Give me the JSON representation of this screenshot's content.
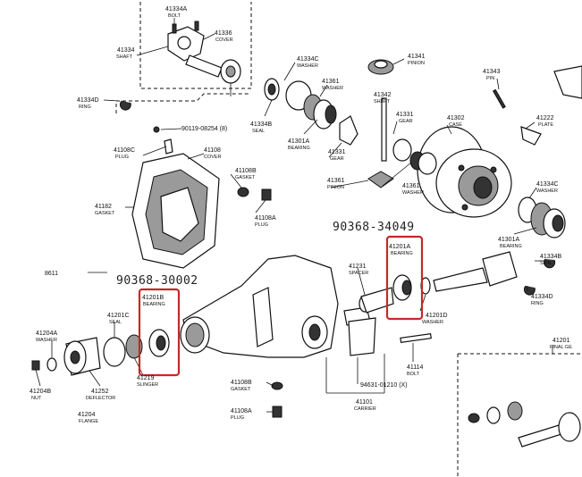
{
  "callouts": {
    "bearing_left": "90368-30002",
    "bearing_right": "90368-34049"
  },
  "labels": {
    "p41334A": "41334A",
    "p41334A_s": "BOLT",
    "p41336": "41336",
    "p41336_s": "COVER",
    "p41334": "41334",
    "p41334_s": "SHAFT",
    "p41334D_top": "41334D",
    "p41334D_top_s": "RING",
    "p41334C_top": "41334C",
    "p41334C_top_s": "WASHER",
    "p41341": "41341",
    "p41341_s": "PINION",
    "p41343": "41343",
    "p41343_s": "PIN",
    "p41361_top": "41361",
    "p41361_top_s": "WASHER",
    "p41342": "41342",
    "p41342_s": "SHAFT",
    "p41334B_top": "41334B",
    "p41334B_top_s": "SEAL",
    "p41301A_top": "41301A",
    "p41301A_top_s": "BEARING",
    "p41331": "41331",
    "p41331_s": "GEAR",
    "p41302": "41302",
    "p41302_s": "CASE",
    "p41222": "41222",
    "p41222_s": "PLATE",
    "p90119": "90119-08254 (8)",
    "p41108C": "41108C",
    "p41108C_s": "PLUG",
    "p41108": "41108",
    "p41108_s": "COVER",
    "p41331_b": "41331",
    "p41331_b_s": "GEAR",
    "p41361_mid": "41361",
    "p41361_mid_s": "WASHER",
    "p41361_pin": "41361",
    "p41361_pin_s": "PINION",
    "p41108B_top": "41108B",
    "p41108B_top_s": "GASKET",
    "p41108A_top": "41108A",
    "p41108A_top_s": "PLUG",
    "p41182": "41182",
    "p41182_s": "GASKET",
    "p41334C_r": "41334C",
    "p41334C_r_s": "WASHER",
    "p41301A_r": "41301A",
    "p41301A_r_s": "BEARING",
    "p41334B_r": "41334B",
    "p41334B_r_s": "SEAL",
    "p41334D_r": "41334D",
    "p41334D_r_s": "RING",
    "ref": "8611",
    "p41201A": "41201A",
    "p41201A_s": "BEARING",
    "p41231": "41231",
    "p41231_s": "SPACER",
    "p41201D": "41201D",
    "p41201D_s": "WASHER",
    "p41201B": "41201B",
    "p41201B_s": "BEARING",
    "p41201C": "41201C",
    "p41201C_s": "SEAL",
    "p41204A": "41204A",
    "p41204A_s": "WASHER",
    "p41219": "41219",
    "p41219_s": "SLINGER",
    "p41114": "41114",
    "p41114_s": "BOLT",
    "p41201": "41201",
    "p41201_s": "FINAL GE",
    "p41204B": "41204B",
    "p41204B_s": "NUT",
    "p41252": "41252",
    "p41252_s": "DEFLECTOR",
    "p41204": "41204",
    "p41204_s": "FLANGE",
    "p41108B_bot": "41108B",
    "p41108B_bot_s": "GASKET",
    "p94631": "94631-01210 (X)",
    "p41108A_bot": "41108A",
    "p41108A_bot_s": "PLUG",
    "p41101": "41101",
    "p41101_s": "CARRIER"
  }
}
